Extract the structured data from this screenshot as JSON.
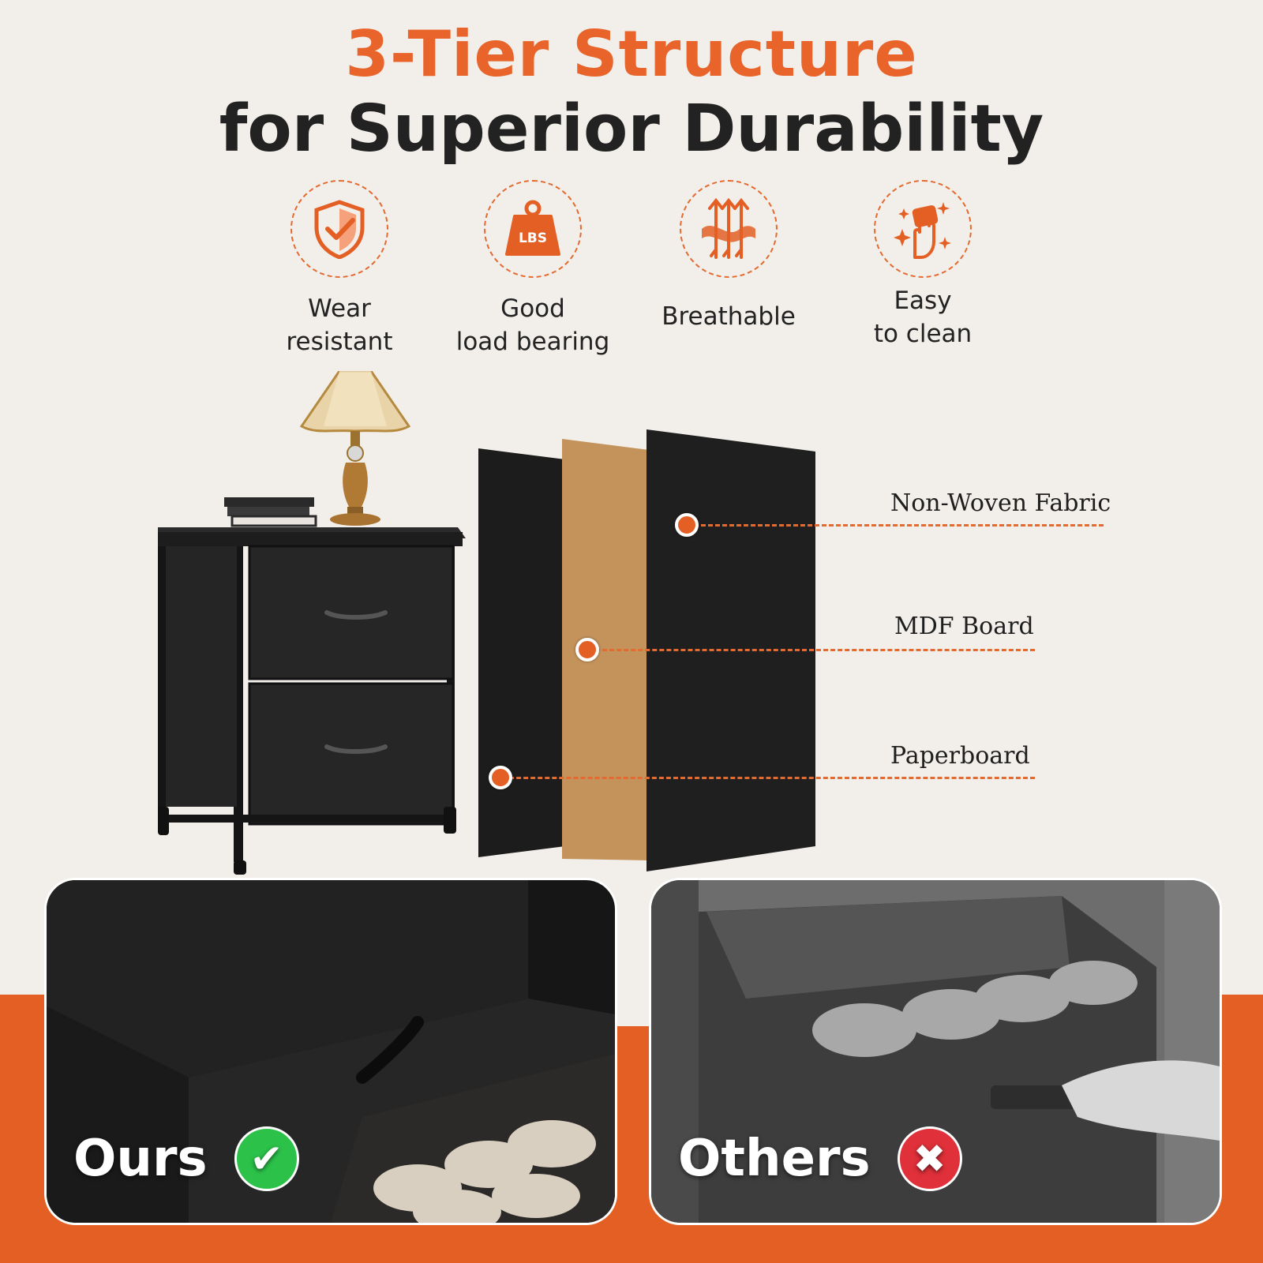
{
  "header": {
    "title_line1": "3-Tier Structure",
    "title_line2": "for Superior Durability"
  },
  "features": [
    {
      "label": "Wear\nresistant",
      "icon": "shield-check-icon"
    },
    {
      "label": "Good\nload bearing",
      "icon": "weight-icon",
      "icon_text": "LBS"
    },
    {
      "label": "Breathable",
      "icon": "airflow-icon"
    },
    {
      "label": "Easy\nto clean",
      "icon": "hand-wipe-icon"
    }
  ],
  "layers": [
    {
      "label": "Non-Woven Fabric"
    },
    {
      "label": "MDF Board"
    },
    {
      "label": "Paperboard"
    }
  ],
  "comparison": {
    "ours_label": "Ours",
    "others_label": "Others",
    "ours_badge": "check-icon",
    "others_badge": "cross-icon"
  },
  "colors": {
    "accent": "#e35f24",
    "title_dark": "#222222",
    "background": "#f2efea",
    "good": "#2cc24a",
    "bad": "#e0303a"
  }
}
